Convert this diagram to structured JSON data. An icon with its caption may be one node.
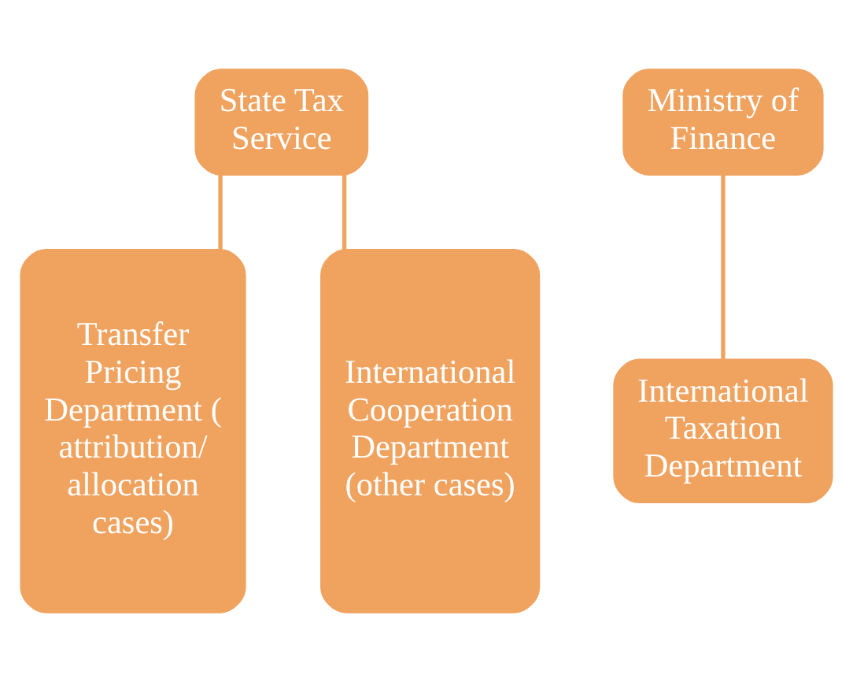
{
  "diagram": {
    "nodes": [
      {
        "text": [
          "State Tax Service"
        ]
      },
      {
        "text": [
          "Ministry of Finance"
        ]
      },
      {
        "text": [
          "International Taxation Department"
        ]
      },
      {
        "text": [
          "Transfer Pricing Department (attribution/ allocation cases)"
        ]
      },
      {
        "text": [
          "International Cooperation Department (other cases)"
        ]
      }
    ],
    "edges": [
      {
        "from": 1,
        "to": 2,
        "arrow": "none"
      },
      {
        "from": 0,
        "to": 3,
        "arrow": "none"
      },
      {
        "from": 0,
        "to": 4,
        "arrow": "none"
      }
    ]
  }
}
